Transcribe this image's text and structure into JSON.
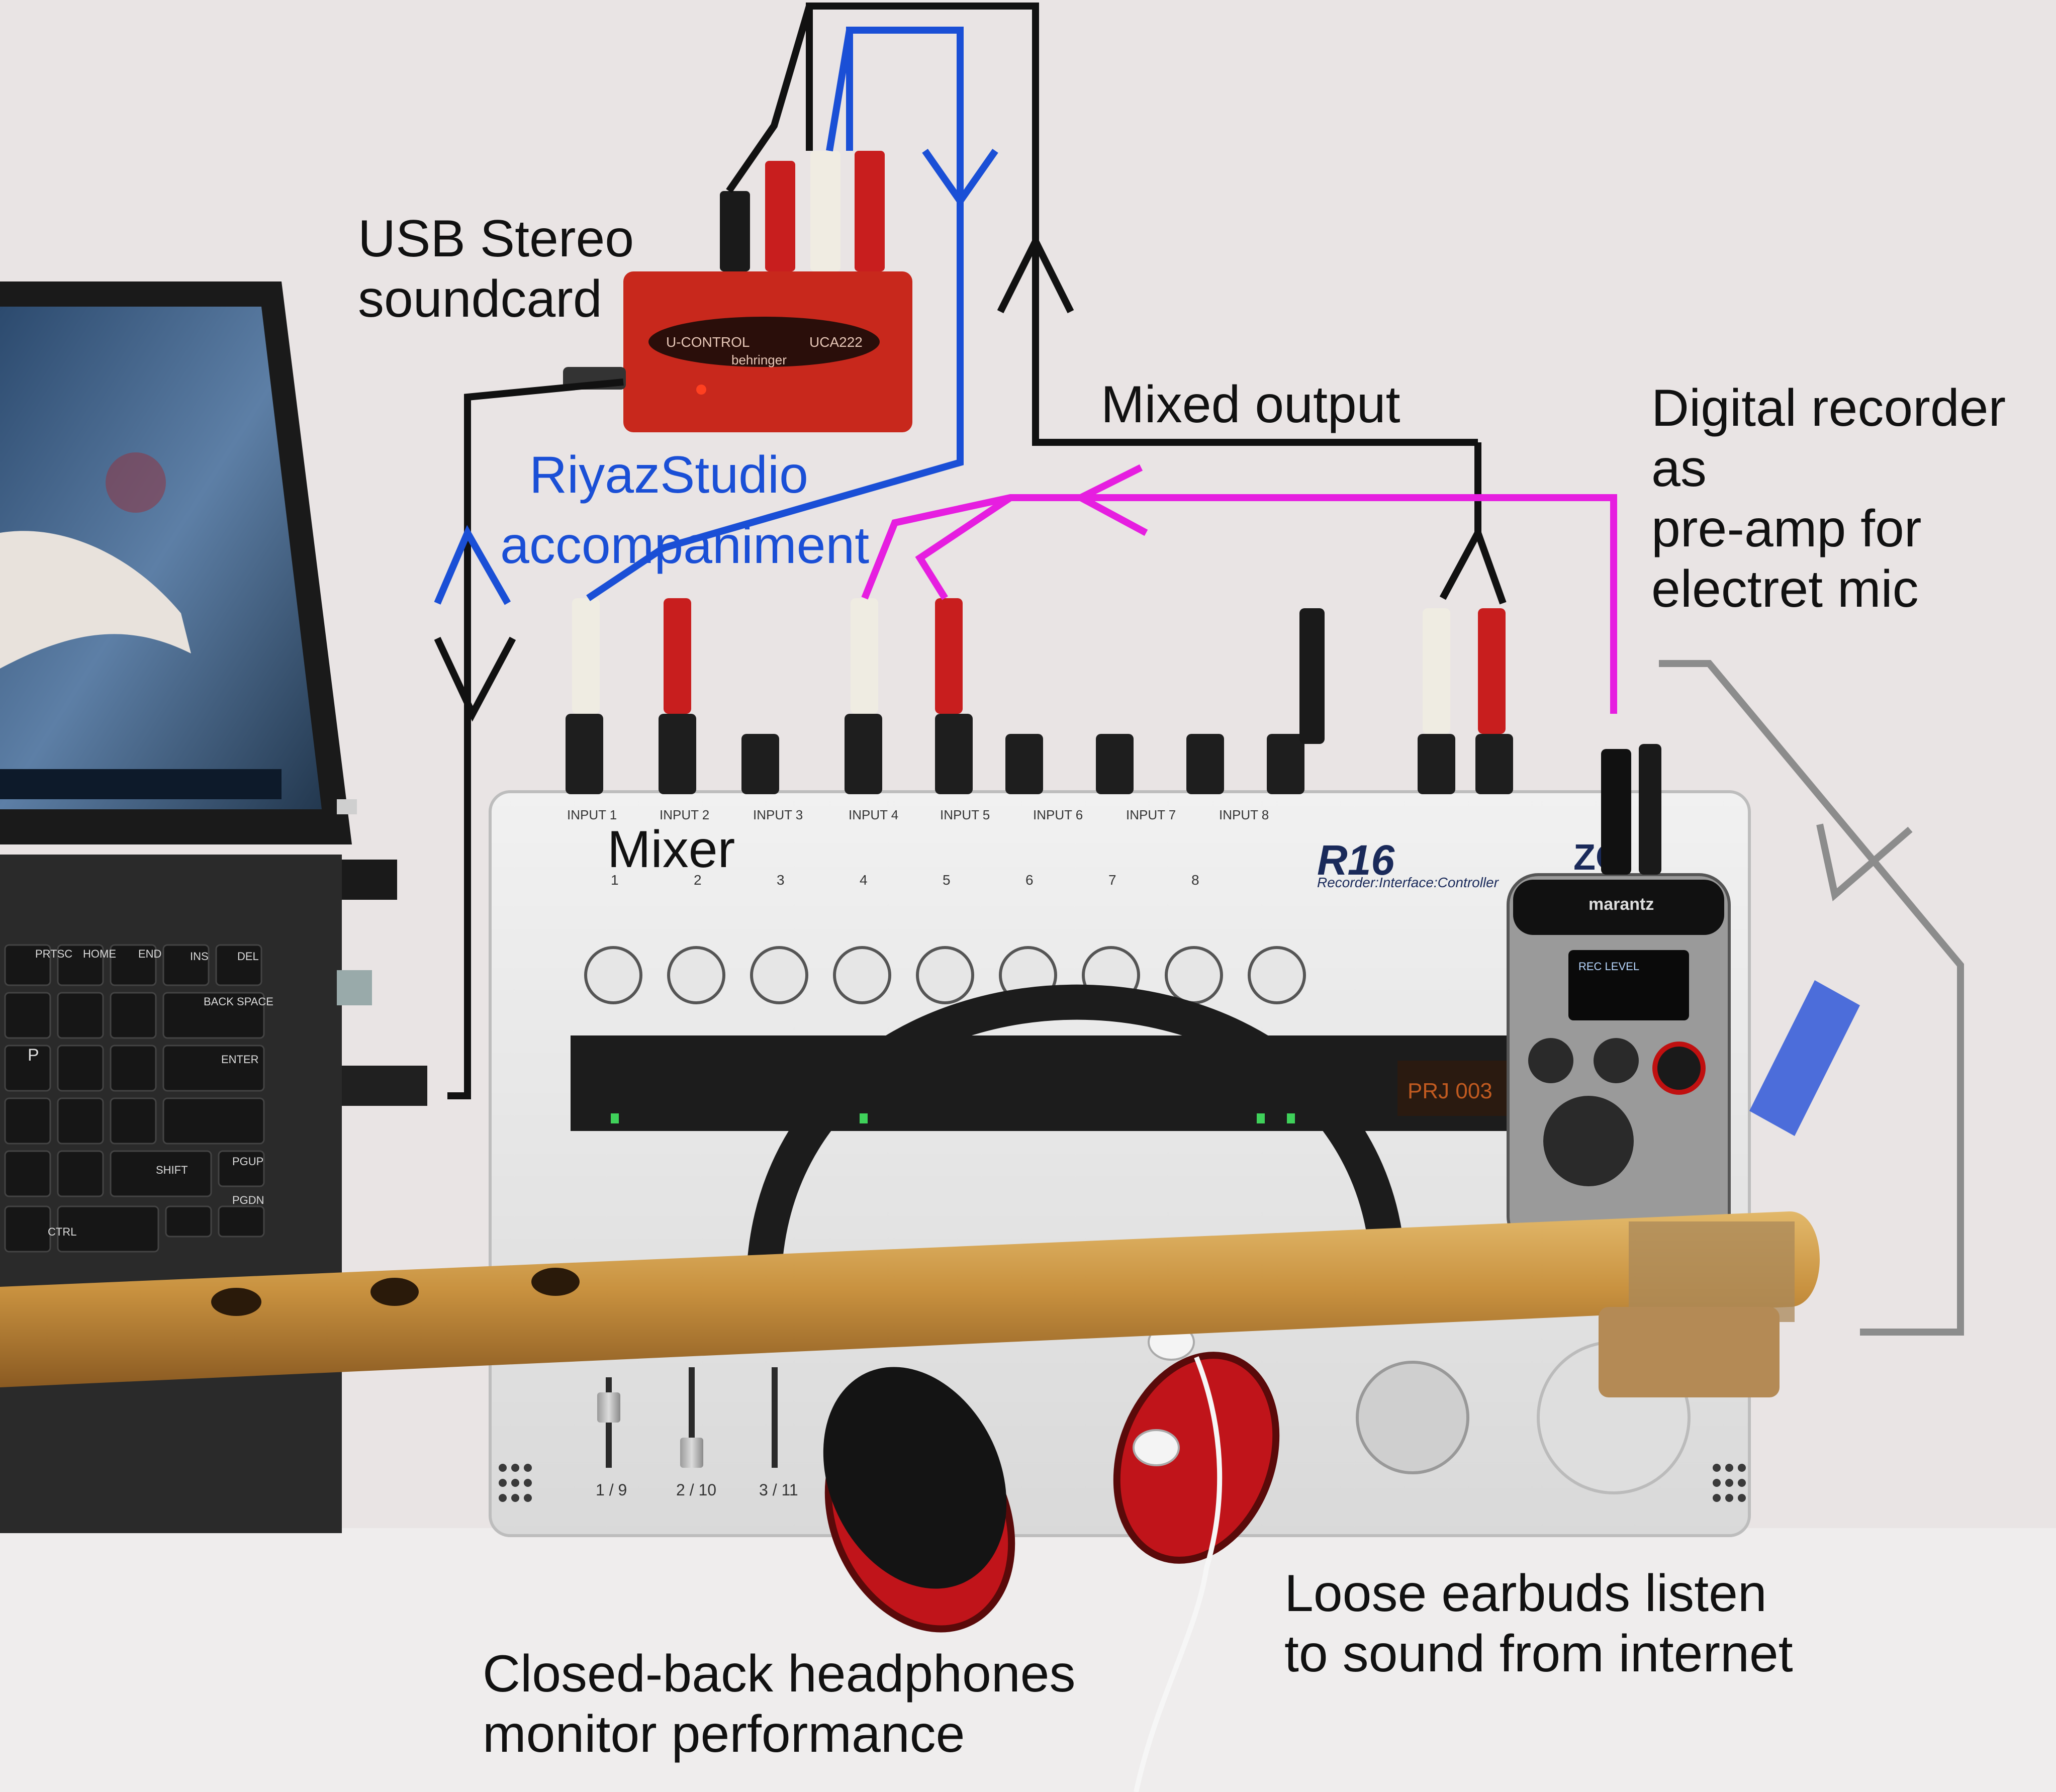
{
  "labels": {
    "usb_soundcard": "USB Stereo\nsoundcard",
    "mixed_output": "Mixed output",
    "digital_recorder": "Digital recorder\nas\npre-amp for\nelectret mic",
    "riyaz_line1": "RiyazStudio",
    "riyaz_line2": "accompaniment",
    "mixer": "Mixer",
    "headphones": "Closed-back headphones\nmonitor performance",
    "earbuds": "Loose earbuds listen\nto sound from internet"
  },
  "device_markings": {
    "soundcard_model": "UCA222",
    "soundcard_series": "U-CONTROL",
    "soundcard_brand": "behringer",
    "mixer_model": "R16",
    "mixer_subtitle": "Recorder:Interface:Controller",
    "mixer_brand": "ZO",
    "recorder_brand": "marantz",
    "recorder_display": "REC LEVEL",
    "mixer_display": "PRJ 003"
  },
  "mixer_inputs": [
    "INPUT 1",
    "INPUT 2",
    "INPUT 3",
    "INPUT 4",
    "INPUT 5",
    "INPUT 6",
    "INPUT 7",
    "INPUT 8"
  ],
  "channel_numbers": [
    "1",
    "2",
    "3",
    "4",
    "5",
    "6",
    "7",
    "8"
  ],
  "fader_labels": [
    "1 / 9",
    "2 / 10",
    "3 / 11"
  ],
  "keyboard_keys": [
    "PRTSC",
    "HOME",
    "END",
    "INS",
    "DEL",
    "BACK SPACE",
    "ENTER",
    "SHIFT",
    "PGUP",
    "PGDN",
    "CTRL",
    "P"
  ],
  "colors": {
    "black_cable": "#111111",
    "blue_cable": "#1a4fd6",
    "magenta_cable": "#e61ee0",
    "gray_cable": "#8c8c8c",
    "soundcard_red": "#c8281c",
    "headphone_red": "#c0141a",
    "flute_bamboo": "#c8913f"
  }
}
